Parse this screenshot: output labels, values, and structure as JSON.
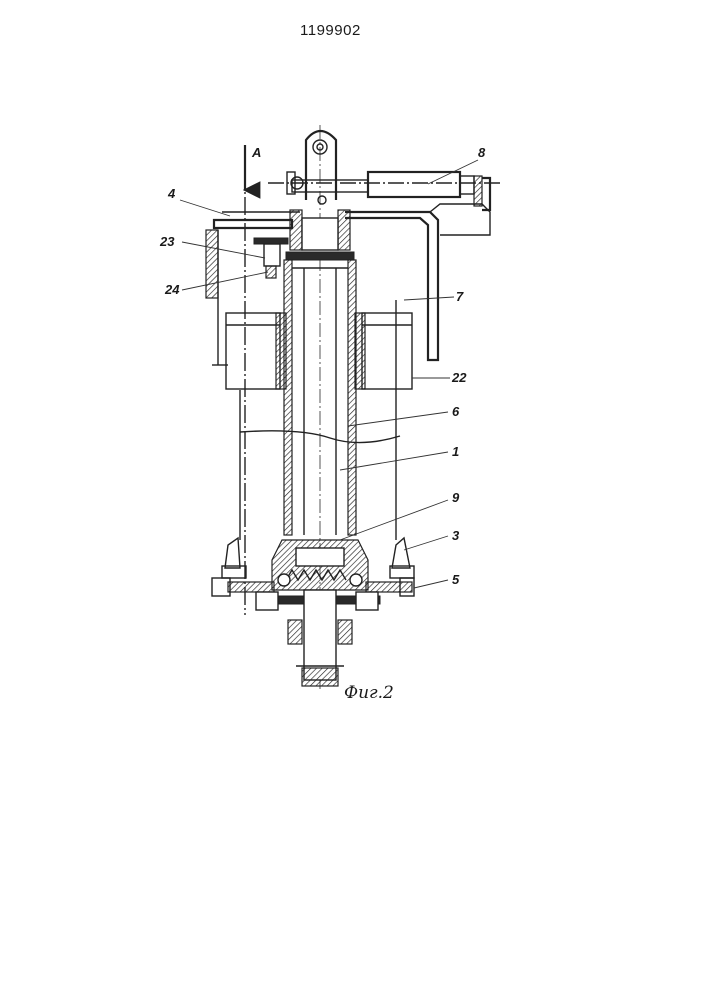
{
  "header": {
    "patent_number": "1199902"
  },
  "figure": {
    "caption": "Фиг.2"
  },
  "labels": {
    "A": "A",
    "l8": "8",
    "l4": "4",
    "l23": "23",
    "l24": "24",
    "l7": "7",
    "l22": "22",
    "l6": "6",
    "l1": "1",
    "l9": "9",
    "l3": "3",
    "l5": "5"
  }
}
